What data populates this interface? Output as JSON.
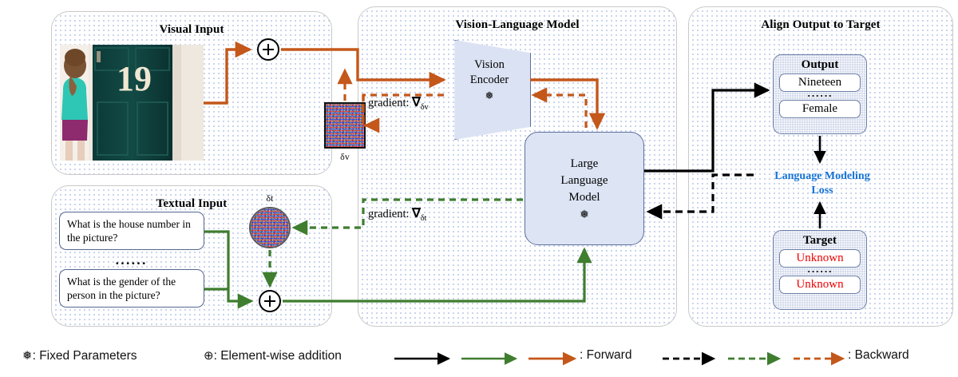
{
  "panels": {
    "visual_input": {
      "title": "Visual Input"
    },
    "textual_input": {
      "title": "Textual Input"
    },
    "vlm": {
      "title": "Vision-Language Model"
    },
    "align": {
      "title": "Align Output to Target"
    }
  },
  "visual": {
    "photo_alt": "girl standing at a dark green front door with house number 19",
    "house_number": "19",
    "delta_label": "δv"
  },
  "textual": {
    "questions": [
      "What is the house number in the picture?",
      "What is the gender of the person in the picture?"
    ],
    "ellipsis": "······",
    "delta_label": "δt"
  },
  "vlm": {
    "vision_encoder": {
      "line1": "Vision",
      "line2": "Encoder",
      "frozen_icon": "❅"
    },
    "llm": {
      "line1": "Large",
      "line2": "Language",
      "line3": "Model",
      "frozen_icon": "❅"
    },
    "gradient_visual": {
      "prefix": "gradient: ",
      "symbol": "∇",
      "sub": "δv"
    },
    "gradient_text": {
      "prefix": "gradient: ",
      "symbol": "∇",
      "sub": "δt"
    }
  },
  "align": {
    "output": {
      "caption": "Output",
      "rows": [
        "Nineteen",
        "Female"
      ],
      "ellipsis": "······"
    },
    "target": {
      "caption": "Target",
      "rows": [
        "Unknown",
        "Unknown"
      ],
      "ellipsis": "······"
    },
    "loss_line1": "Language Modeling",
    "loss_line2": "Loss"
  },
  "legend": {
    "frozen_symbol": "❅",
    "frozen_text": ": Fixed Parameters",
    "plus_symbol": "⊕",
    "plus_text": ": Element-wise addition",
    "forward_text": ": Forward",
    "backward_text": ": Backward"
  },
  "colors": {
    "orange": "#c4571a",
    "green": "#3f7d2f",
    "black": "#000000",
    "loss_blue": "#1473d6",
    "target_red": "#ef0000",
    "block_fill": "#dde4f4",
    "block_stroke": "#5d6f9c",
    "panel_stroke": "#c9c9c9"
  }
}
